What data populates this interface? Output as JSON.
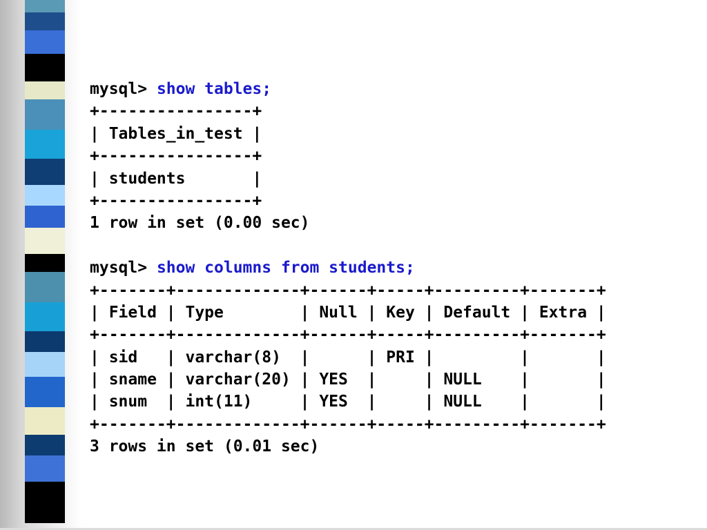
{
  "colors": {
    "command": "#1a1acc",
    "text": "#000000",
    "background": "#ffffff"
  },
  "decoration": {
    "stripe_colors": [
      "#5b9ab5",
      "#1f4e8c",
      "#3a6fd8",
      "#000000",
      "#e6e8c8",
      "#4a90b8",
      "#1aa3d8",
      "#0e3e74",
      "#a8d8ff",
      "#2f63cf",
      "#f0f0d8",
      "#000000",
      "#4d90ad",
      "#18a0d6",
      "#0c3a6e",
      "#a6d4f8",
      "#2266cc",
      "#ecebc6",
      "#0d3c70",
      "#3f72d6",
      "#000000"
    ]
  },
  "console": {
    "prompt": "mysql> ",
    "block1": {
      "command": "show tables;",
      "border": "+----------------+",
      "header": "| Tables_in_test |",
      "rows": [
        "| students       |"
      ],
      "summary": "1 row in set (0.00 sec)"
    },
    "block2": {
      "command": "show columns from students;",
      "border": "+-------+-------------+------+-----+---------+-------+",
      "header": "| Field | Type        | Null | Key | Default | Extra |",
      "rows": [
        "| sid   | varchar(8)  |      | PRI |         |       |",
        "| sname | varchar(20) | YES  |     | NULL    |       |",
        "| snum  | int(11)     | YES  |     | NULL    |       |"
      ],
      "summary": "3 rows in set (0.01 sec)"
    }
  }
}
